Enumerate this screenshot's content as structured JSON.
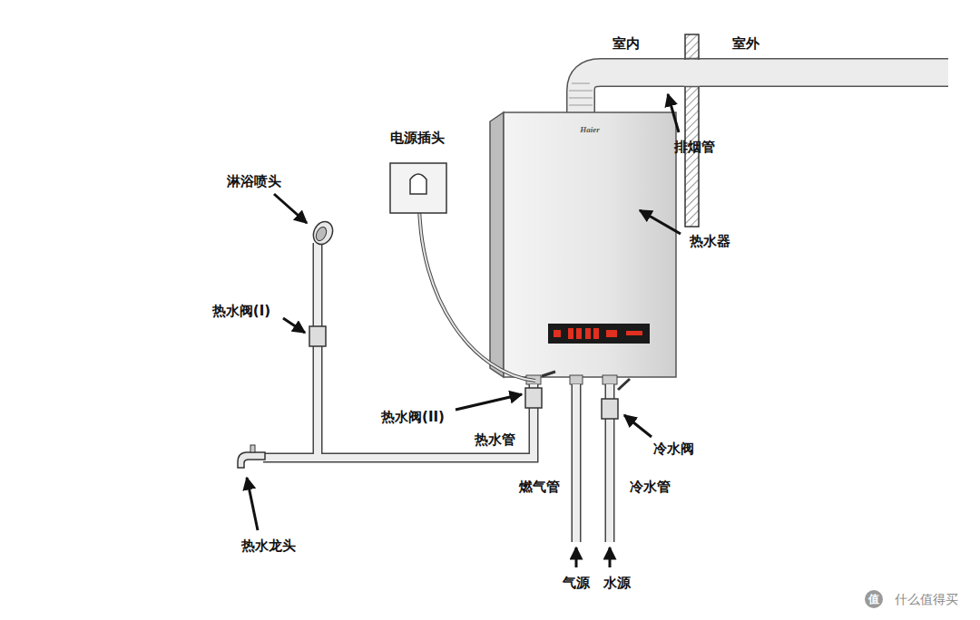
{
  "diagram": {
    "nodes": [
      {
        "text": [
          "Haier"
        ]
      }
    ],
    "labels": [
      "室内",
      "室外",
      "排烟管",
      "电源插头",
      "淋浴喷头",
      "热水器",
      "热水阀(I)",
      "热水阀(II)",
      "热水管",
      "冷水阀",
      "燃气管",
      "冷水管",
      "气源",
      "水源",
      "热水龙头",
      "值",
      "什么值得买"
    ]
  }
}
